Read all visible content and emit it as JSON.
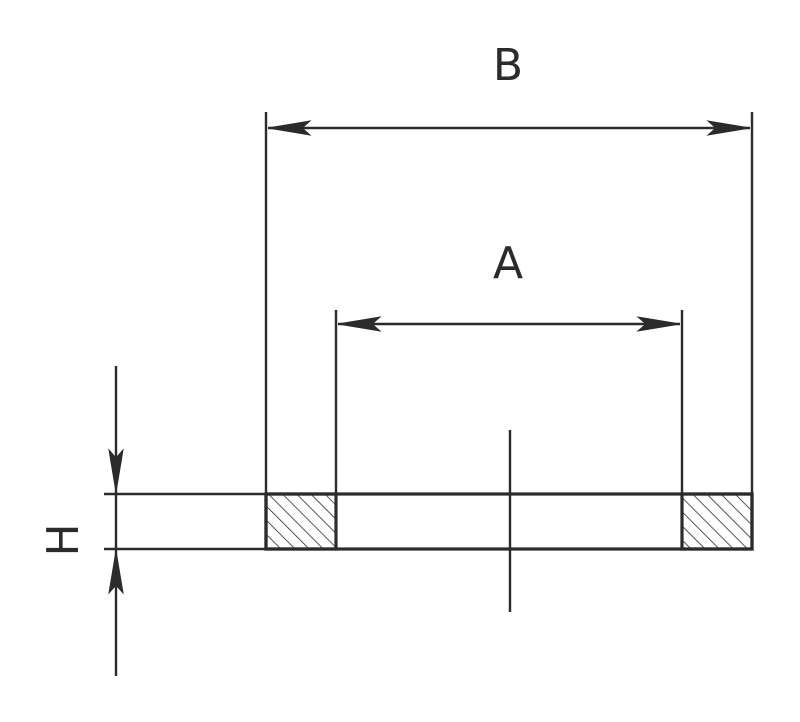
{
  "diagram": {
    "labels": {
      "outer_diameter": "B",
      "inner_diameter": "A",
      "height": "H"
    },
    "colors": {
      "stroke": "#2b2b2b",
      "background": "#ffffff"
    }
  }
}
